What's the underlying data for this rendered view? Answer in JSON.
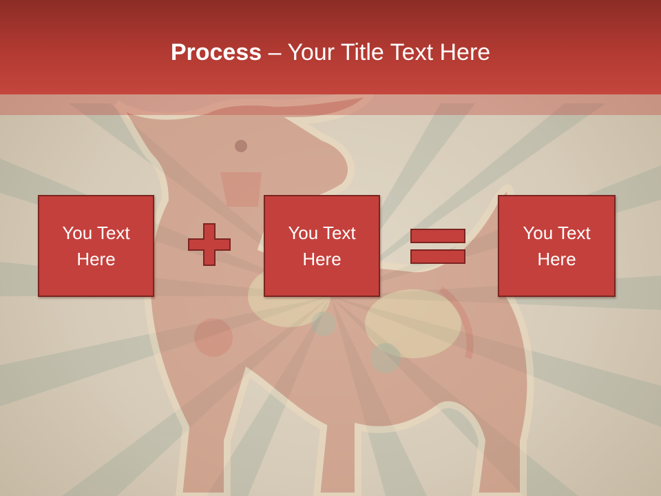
{
  "slide": {
    "title_bold": "Process",
    "title_rest": " – Your Title Text Here",
    "boxes": [
      {
        "line1": "You Text",
        "line2": "Here"
      },
      {
        "line1": "You Text",
        "line2": "Here"
      },
      {
        "line1": "You Text",
        "line2": "Here"
      }
    ],
    "operators": [
      "plus-icon",
      "equals-icon"
    ]
  },
  "colors": {
    "title_bar": "#b23a32",
    "box_fill": "#c4403c",
    "box_border": "#7a2420",
    "background": "#d9cfbf"
  }
}
